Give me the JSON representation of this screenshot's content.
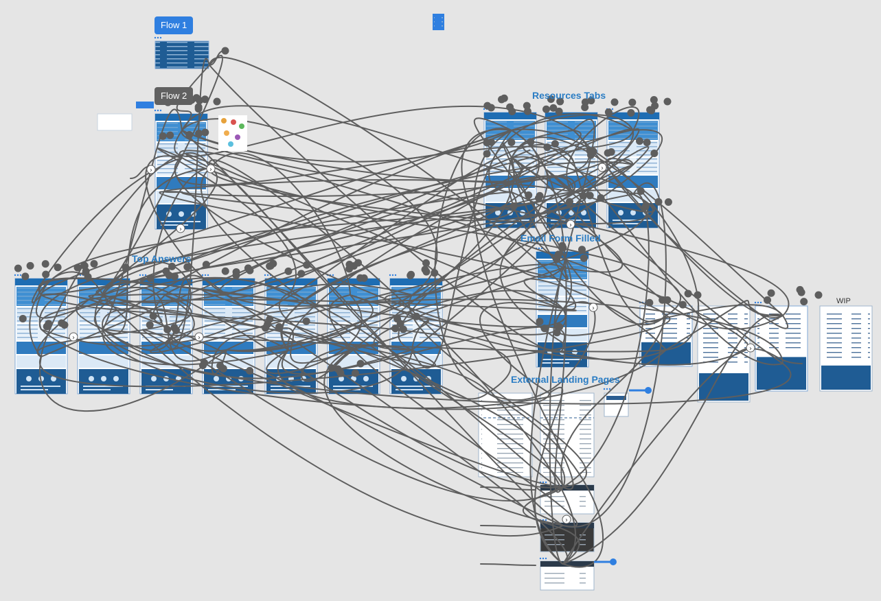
{
  "flows": [
    {
      "label": "Flow 1",
      "active": true
    },
    {
      "label": "Flow 2",
      "active": false
    }
  ],
  "groups": {
    "resources_tabs": "Resources Tabs",
    "top_answers": "Top Answers",
    "email_form": "Email Form Filled",
    "external": "External Landing Pages",
    "wip": "WIP"
  },
  "colors": {
    "canvas_bg": "#e5e5e5",
    "connector": "#5e5e5e",
    "accent_blue": "#2f7fe0",
    "label_blue": "#2b7dc4",
    "screen_dark_blue": "#1f5c94",
    "screen_light_blue": "#dbe9f6"
  }
}
